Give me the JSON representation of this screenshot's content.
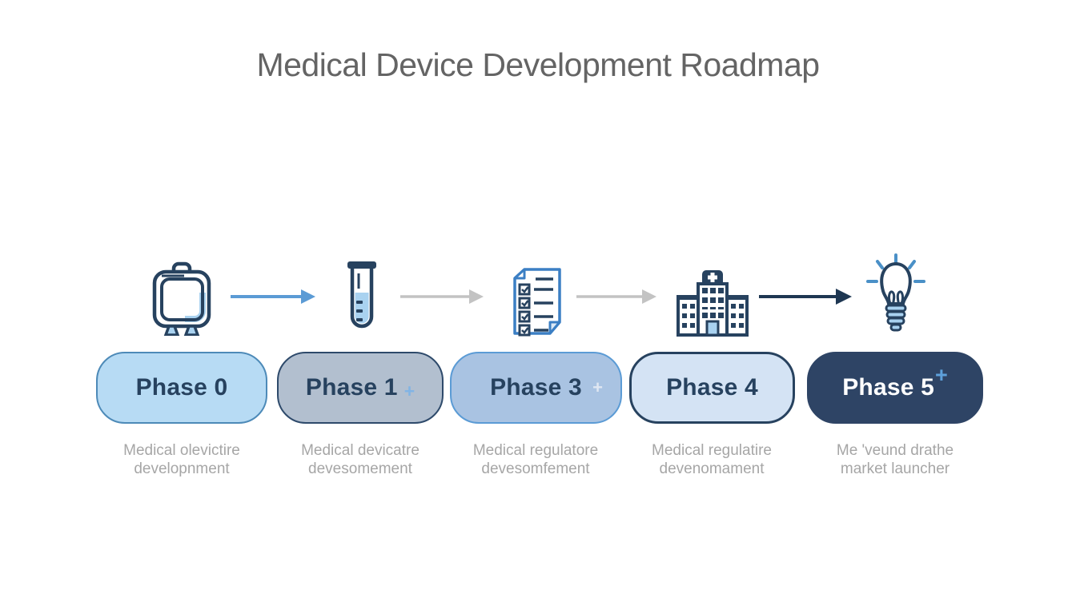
{
  "title": "Medical Device Development Roadmap",
  "colors": {
    "title_text": "#646464",
    "dark_navy": "#27425f",
    "accent_blue": "#5b9bd5",
    "light_blue_fill": "#a9d2f0",
    "doc_outline_blue": "#3b7fc4",
    "gray_arrow": "#c3c3c3",
    "desc_text": "#a6a6a6",
    "box_fills": [
      "#b7dbf4",
      "#b2bfcf",
      "#a9c3e2",
      "#d4e3f4",
      "#2e4465"
    ],
    "box_borders": [
      "#4d8ab8",
      "#2e4a6b",
      "#5b9bd5",
      "#27425f",
      "#2e4465"
    ]
  },
  "phases": [
    {
      "label": "Phase 0",
      "plus": "",
      "icon": "equipment-case-icon",
      "desc_line1": "Medical olevictire",
      "desc_line2": "developnment"
    },
    {
      "label": "Phase 1",
      "plus": "+",
      "icon": "test-tube-icon",
      "desc_line1": "Medical devicatre",
      "desc_line2": "devesomement"
    },
    {
      "label": "Phase 3",
      "plus": "+",
      "icon": "checklist-document-icon",
      "desc_line1": "Medical regulatore",
      "desc_line2": "devesomfement"
    },
    {
      "label": "Phase 4",
      "plus": "",
      "icon": "hospital-icon",
      "desc_line1": "Medical regulatire",
      "desc_line2": "devenomament"
    },
    {
      "label": "Phase 5",
      "plus": "+",
      "icon": "lightbulb-icon",
      "desc_line1": "Me 'veund drathe",
      "desc_line2": "market launcher"
    }
  ],
  "arrows": [
    {
      "name": "arrow-right-icon",
      "color": "#5b9bd5"
    },
    {
      "name": "arrow-right-icon",
      "color": "#c3c3c3"
    },
    {
      "name": "arrow-right-icon",
      "color": "#c3c3c3"
    },
    {
      "name": "arrow-right-icon",
      "color": "#1e3752"
    }
  ]
}
